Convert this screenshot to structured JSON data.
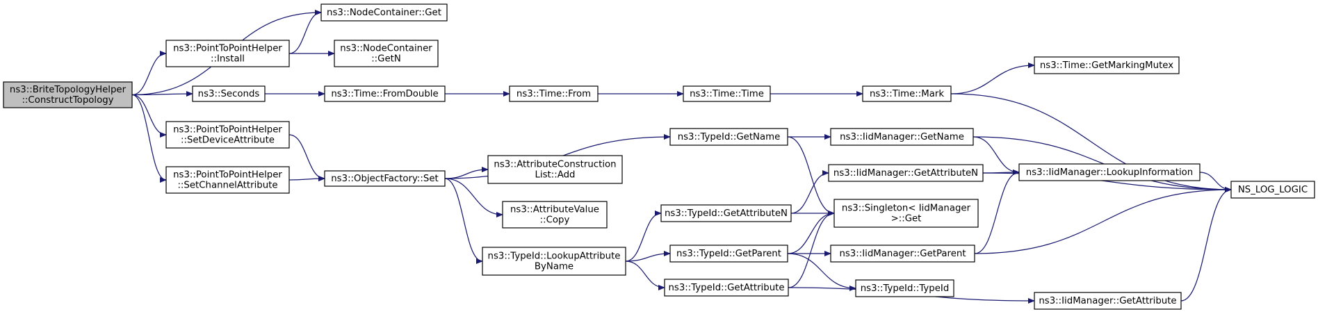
{
  "nodes": [
    {
      "id": "ctt",
      "lines": [
        "ns3::BriteTopologyHelper",
        "::ConstructTopology"
      ],
      "root": true
    },
    {
      "id": "ncget",
      "lines": [
        "ns3::NodeContainer::Get"
      ]
    },
    {
      "id": "p2pinstall",
      "lines": [
        "ns3::PointToPointHelper",
        "::Install"
      ]
    },
    {
      "id": "ncgetn",
      "lines": [
        "ns3::NodeContainer",
        "::GetN"
      ]
    },
    {
      "id": "seconds",
      "lines": [
        "ns3::Seconds"
      ]
    },
    {
      "id": "fromdouble",
      "lines": [
        "ns3::Time::FromDouble"
      ]
    },
    {
      "id": "from",
      "lines": [
        "ns3::Time::From"
      ]
    },
    {
      "id": "time",
      "lines": [
        "ns3::Time::Time"
      ]
    },
    {
      "id": "mark",
      "lines": [
        "ns3::Time::Mark"
      ]
    },
    {
      "id": "gmm",
      "lines": [
        "ns3::Time::GetMarkingMutex"
      ]
    },
    {
      "id": "nslog",
      "lines": [
        "NS_LOG_LOGIC"
      ]
    },
    {
      "id": "setdev",
      "lines": [
        "ns3::PointToPointHelper",
        "::SetDeviceAttribute"
      ]
    },
    {
      "id": "setchan",
      "lines": [
        "ns3::PointToPointHelper",
        "::SetChannelAttribute"
      ]
    },
    {
      "id": "ofset",
      "lines": [
        "ns3::ObjectFactory::Set"
      ]
    },
    {
      "id": "acladd",
      "lines": [
        "ns3::AttributeConstruction",
        "List::Add"
      ]
    },
    {
      "id": "avcopy",
      "lines": [
        "ns3::AttributeValue",
        "::Copy"
      ]
    },
    {
      "id": "lookupattr",
      "lines": [
        "ns3::TypeId::LookupAttribute",
        "ByName"
      ]
    },
    {
      "id": "tgetname",
      "lines": [
        "ns3::TypeId::GetName"
      ]
    },
    {
      "id": "tgetattrn",
      "lines": [
        "ns3::TypeId::GetAttributeN"
      ]
    },
    {
      "id": "tgetparent",
      "lines": [
        "ns3::TypeId::GetParent"
      ]
    },
    {
      "id": "tgetattr",
      "lines": [
        "ns3::TypeId::GetAttribute"
      ]
    },
    {
      "id": "iidgetname",
      "lines": [
        "ns3::IidManager::GetName"
      ]
    },
    {
      "id": "iidgetattrn",
      "lines": [
        "ns3::IidManager::GetAttributeN"
      ]
    },
    {
      "id": "singleton",
      "lines": [
        "ns3::Singleton< IidManager",
        ">::Get"
      ]
    },
    {
      "id": "iidgetparent",
      "lines": [
        "ns3::IidManager::GetParent"
      ]
    },
    {
      "id": "ttypeid",
      "lines": [
        "ns3::TypeId::TypeId"
      ]
    },
    {
      "id": "iidlookup",
      "lines": [
        "ns3::IidManager::LookupInformation"
      ]
    },
    {
      "id": "iidgetattr",
      "lines": [
        "ns3::IidManager::GetAttribute"
      ]
    }
  ],
  "edges": [
    [
      "ctt",
      "ncget"
    ],
    [
      "ctt",
      "p2pinstall"
    ],
    [
      "ctt",
      "seconds"
    ],
    [
      "ctt",
      "setdev"
    ],
    [
      "ctt",
      "setchan"
    ],
    [
      "p2pinstall",
      "ncget"
    ],
    [
      "p2pinstall",
      "ncgetn"
    ],
    [
      "seconds",
      "fromdouble"
    ],
    [
      "fromdouble",
      "from"
    ],
    [
      "from",
      "time"
    ],
    [
      "time",
      "mark"
    ],
    [
      "mark",
      "gmm"
    ],
    [
      "mark",
      "nslog"
    ],
    [
      "setdev",
      "ofset"
    ],
    [
      "setchan",
      "ofset"
    ],
    [
      "ofset",
      "tgetname"
    ],
    [
      "ofset",
      "acladd"
    ],
    [
      "ofset",
      "avcopy"
    ],
    [
      "ofset",
      "lookupattr"
    ],
    [
      "tgetname",
      "iidgetname"
    ],
    [
      "tgetname",
      "singleton"
    ],
    [
      "iidgetname",
      "iidlookup"
    ],
    [
      "iidgetname",
      "nslog"
    ],
    [
      "lookupattr",
      "tgetattrn"
    ],
    [
      "lookupattr",
      "tgetparent"
    ],
    [
      "lookupattr",
      "tgetattr"
    ],
    [
      "tgetattrn",
      "iidgetattrn"
    ],
    [
      "tgetattrn",
      "singleton"
    ],
    [
      "iidgetattrn",
      "iidlookup"
    ],
    [
      "iidgetattrn",
      "nslog"
    ],
    [
      "tgetparent",
      "singleton"
    ],
    [
      "tgetparent",
      "iidgetparent"
    ],
    [
      "tgetparent",
      "ttypeid"
    ],
    [
      "tgetattr",
      "singleton"
    ],
    [
      "tgetattr",
      "iidgetattr"
    ],
    [
      "iidgetparent",
      "iidlookup"
    ],
    [
      "iidgetparent",
      "nslog"
    ],
    [
      "iidlookup",
      "nslog"
    ],
    [
      "iidgetattr",
      "nslog"
    ]
  ],
  "colors": {
    "edge": "#191970",
    "root_fill": "#bfbfbf",
    "node_fill": "#ffffff",
    "node_border": "#000000"
  }
}
